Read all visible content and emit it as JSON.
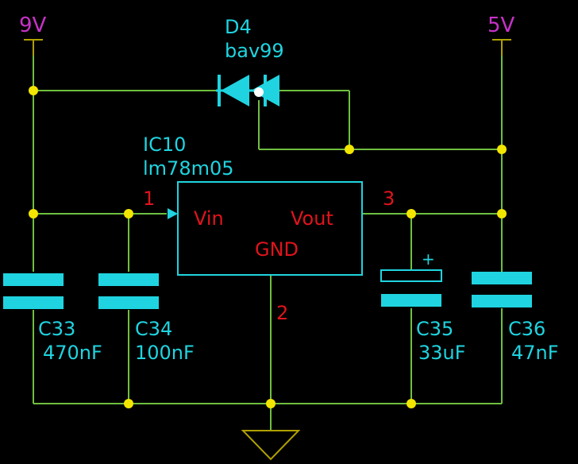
{
  "colors": {
    "background": "#000000",
    "wire": "#6fbf3f",
    "junction": "#f2e600",
    "component": "#1fd4e0",
    "pin_number": "#e0141c",
    "power_label": "#c832c8",
    "power_symbol": "#b0a000"
  },
  "power": {
    "vin_label": "9V",
    "vout_label": "5V"
  },
  "diode": {
    "ref": "D4",
    "value": "bav99"
  },
  "regulator": {
    "ref": "IC10",
    "value": "lm78m05",
    "pin_in_label": "Vin",
    "pin_out_label": "Vout",
    "pin_gnd_label": "GND",
    "pin_in_number": "1",
    "pin_out_number": "3",
    "pin_gnd_number": "2"
  },
  "capacitors": [
    {
      "ref": "C33",
      "value": "470nF"
    },
    {
      "ref": "C34",
      "value": "100nF"
    },
    {
      "ref": "C35",
      "value": "33uF",
      "polarity_mark": "+"
    },
    {
      "ref": "C36",
      "value": "47nF"
    }
  ],
  "ground": {
    "icon": "ground-symbol-icon"
  }
}
